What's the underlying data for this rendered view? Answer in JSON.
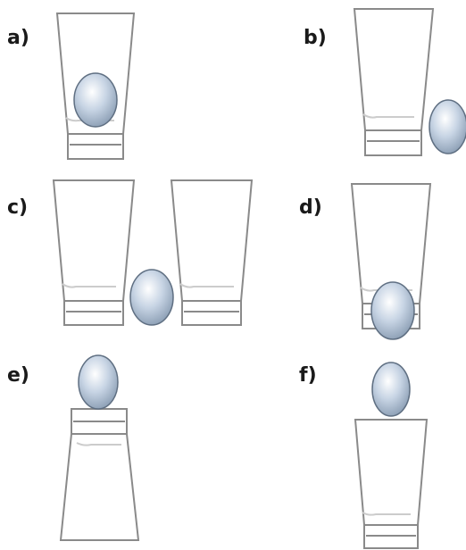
{
  "panels": [
    {
      "id": "a",
      "label": "a)"
    },
    {
      "id": "b",
      "label": "b)"
    },
    {
      "id": "c",
      "label": "c)"
    },
    {
      "id": "d",
      "label": "d)"
    },
    {
      "id": "e",
      "label": "e)"
    },
    {
      "id": "f",
      "label": "f)"
    }
  ],
  "colors": {
    "glass_outline": "#8a8a8a",
    "glass_inner": "#cccccc",
    "egg_light": "#ffffff",
    "egg_mid": "#c7d4e4",
    "egg_dark": "#7f93aa",
    "egg_outline": "#5f6f82",
    "label": "#1a1a1a"
  },
  "icons": {
    "glass": "drinking-glass-icon",
    "egg": "egg-icon"
  }
}
